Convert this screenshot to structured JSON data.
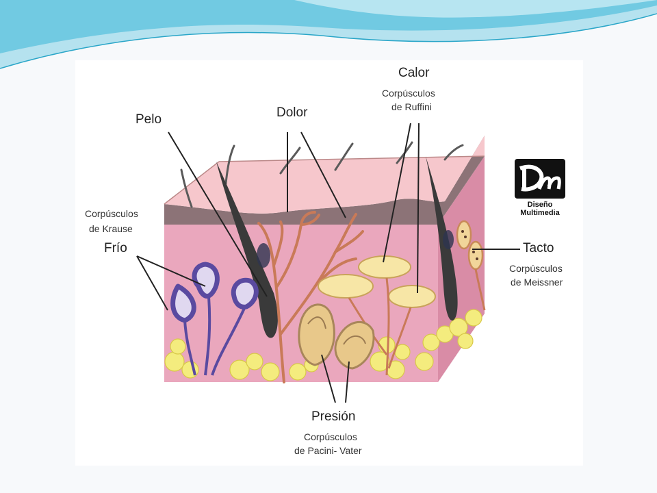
{
  "labels": {
    "pelo": "Pelo",
    "dolor": "Dolor",
    "calor": "Calor",
    "ruffini_1": "Corpúsculos",
    "ruffini_2": "de Ruffini",
    "krause_1": "Corpúsculos",
    "krause_2": "de Krause",
    "frio": "Frío",
    "tacto": "Tacto",
    "meissner_1": "Corpúsculos",
    "meissner_2": "de Meissner",
    "presion": "Presión",
    "pacini_1": "Corpúsculos",
    "pacini_2": "de Pacini- Vater"
  },
  "logo": {
    "mark": "Dm",
    "line1": "Diseño",
    "line2": "Multimedia"
  },
  "colors": {
    "skin_top": "#f6c7cc",
    "dermis": "#eaa7bd",
    "epidermis_band": "#8c7377",
    "fat": "#f4ec7e",
    "hair": "#3a3a3a",
    "krause": "#5a4aa0",
    "nerve": "#c97a58",
    "wave": "#5bc2dd"
  }
}
